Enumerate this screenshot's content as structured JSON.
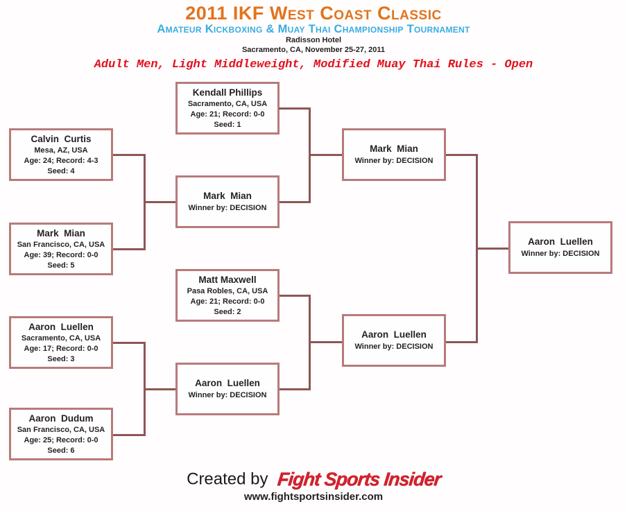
{
  "header": {
    "title": "2011 IKF West Coast Classic",
    "subtitle": "Amateur Kickboxing & Muay Thai Championship Tournament",
    "venue": "Radisson Hotel",
    "location_date": "Sacramento, CA, November 25-27, 2011",
    "division": "Adult Men, Light Middleweight, Modified Muay Thai Rules - Open"
  },
  "colors": {
    "title_orange": "#e2731c",
    "subtitle_blue": "#38ace2",
    "division_red": "#e0111f",
    "box_border": "#b87a7a",
    "connector_line": "#8d5656",
    "logo_red": "#d5212e",
    "text_dark": "#231f20"
  },
  "bracket": {
    "boxes": {
      "kendall": {
        "name": "Kendall Phillips",
        "location": "Sacramento, CA, USA",
        "age_record": "Age: 21; Record: 0-0",
        "seed": "Seed: 1"
      },
      "calvin": {
        "name": "Calvin  Curtis",
        "location": "Mesa, AZ, USA",
        "age_record": "Age: 24; Record: 4-3",
        "seed": "Seed: 4"
      },
      "mark_r1": {
        "name": "Mark  Mian",
        "location": "San Francisco, CA, USA",
        "age_record": "Age: 39; Record: 0-0",
        "seed": "Seed: 5"
      },
      "winner_r2_top": {
        "name": "Mark  Mian",
        "result": "Winner by: DECISION"
      },
      "winner_semi_top": {
        "name": "Mark  Mian",
        "result": "Winner by: DECISION"
      },
      "matt": {
        "name": "Matt Maxwell",
        "location": "Pasa Robles, CA, USA",
        "age_record": "Age: 21; Record: 0-0",
        "seed": "Seed: 2"
      },
      "aaron_luellen_r1": {
        "name": "Aaron  Luellen",
        "location": "Sacramento, CA, USA",
        "age_record": "Age: 17; Record: 0-0",
        "seed": "Seed: 3"
      },
      "aaron_dudum": {
        "name": "Aaron  Dudum",
        "location": "San Francisco, CA, USA",
        "age_record": "Age: 25; Record: 0-0",
        "seed": "Seed: 6"
      },
      "winner_r2_bottom": {
        "name": "Aaron  Luellen",
        "result": "Winner by: DECISION"
      },
      "winner_semi_bottom": {
        "name": "Aaron  Luellen",
        "result": "Winner by: DECISION"
      },
      "champion": {
        "name": "Aaron  Luellen",
        "result": "Winner by: DECISION"
      }
    }
  },
  "footer": {
    "created_by": "Created by",
    "brand": "Fight Sports Insider",
    "website": "www.fightsportsinsider.com"
  }
}
